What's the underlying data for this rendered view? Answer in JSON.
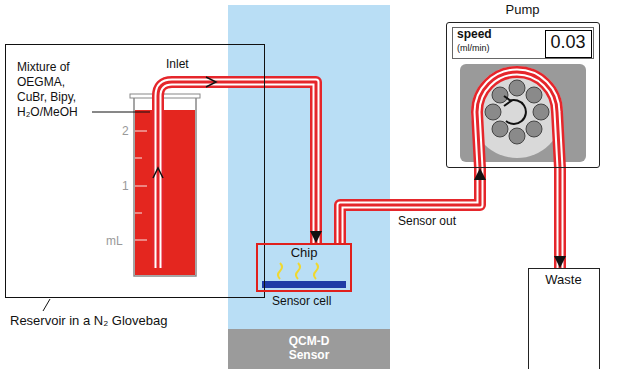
{
  "diagram": {
    "nodes": [
      {
        "text": [
          "Reservoir in a N₂ Glovebag"
        ]
      },
      {
        "text": [
          "Chip",
          "Sensor cell"
        ]
      },
      {
        "text": [
          "QCM-D Sensor"
        ]
      },
      {
        "text": [
          "Pump"
        ]
      },
      {
        "text": [
          "speed",
          "(ml/min)"
        ],
        "in": 3
      },
      {
        "text": [
          "0.03"
        ],
        "in": 4
      },
      {
        "text": [
          "Waste"
        ]
      }
    ],
    "edges": [
      {
        "from": 0,
        "to": 1,
        "arrow": "to"
      },
      {
        "from": 1,
        "to": 3,
        "arrow": "to"
      },
      {
        "from": 3,
        "to": 6,
        "arrow": "to"
      }
    ],
    "labels": [
      "Mixture of OEGMA, CuBr, Bipy, H₂O/MeOH",
      "Inlet",
      "2",
      "1",
      "mL",
      "Sensor out"
    ]
  }
}
